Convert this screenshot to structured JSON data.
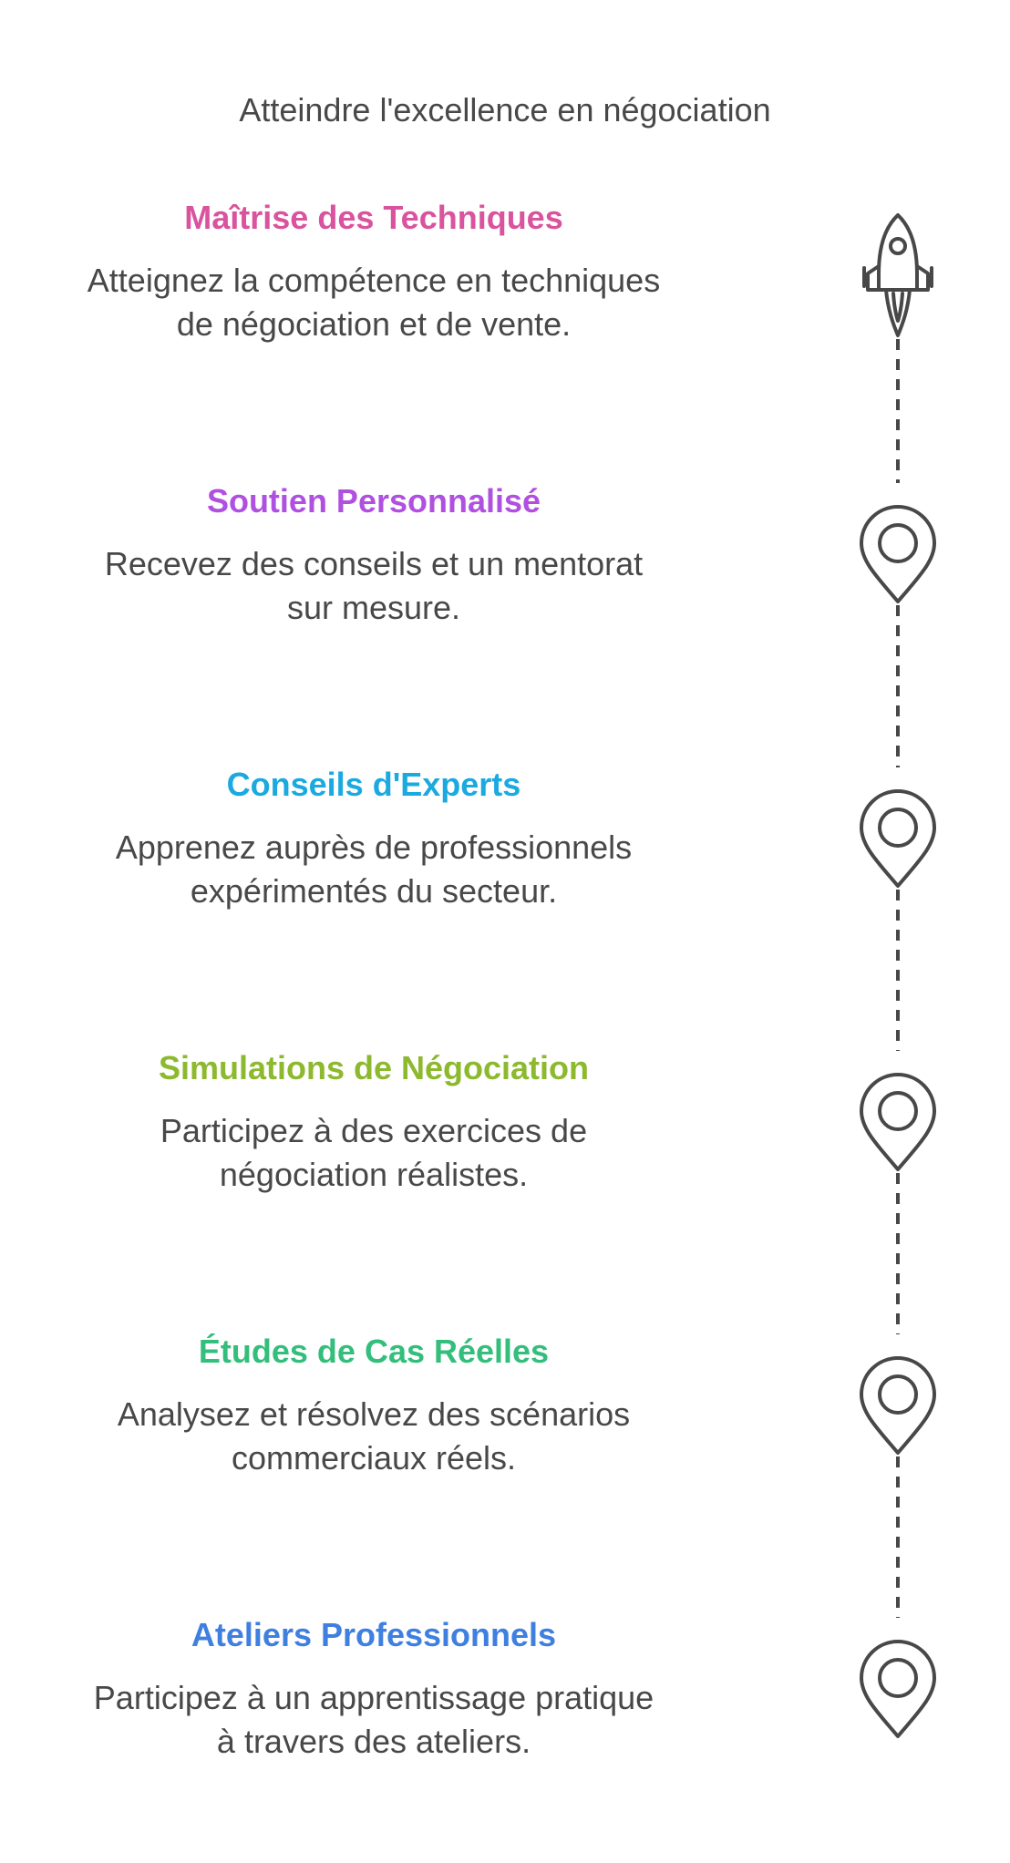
{
  "title": "Atteindre l'excellence en négociation",
  "steps": [
    {
      "title": "Maîtrise des Techniques",
      "line1": "Atteignez la compétence en techniques",
      "line2": "de négociation et de vente.",
      "color": "#D9539E",
      "icon": "rocket-icon"
    },
    {
      "title": "Soutien Personnalisé",
      "line1": "Recevez des conseils et un mentorat",
      "line2": "sur mesure.",
      "color": "#B050E0",
      "icon": "map-pin-icon"
    },
    {
      "title": "Conseils d'Experts",
      "line1": "Apprenez auprès de professionnels",
      "line2": "expérimentés du secteur.",
      "color": "#1AAADF",
      "icon": "map-pin-icon"
    },
    {
      "title": "Simulations de Négociation",
      "line1": "Participez à des exercices de",
      "line2": "négociation réalistes.",
      "color": "#8CB92D",
      "icon": "map-pin-icon"
    },
    {
      "title": "Études de Cas Réelles",
      "line1": "Analysez et résolvez des scénarios",
      "line2": "commerciaux réels.",
      "color": "#34BE7C",
      "icon": "map-pin-icon"
    },
    {
      "title": "Ateliers Professionnels",
      "line1": "Participez à un apprentissage pratique",
      "line2": "à travers des ateliers.",
      "color": "#3F7FE0",
      "icon": "map-pin-icon"
    }
  ],
  "colors": {
    "text": "#484848",
    "icon_stroke": "#484848"
  }
}
